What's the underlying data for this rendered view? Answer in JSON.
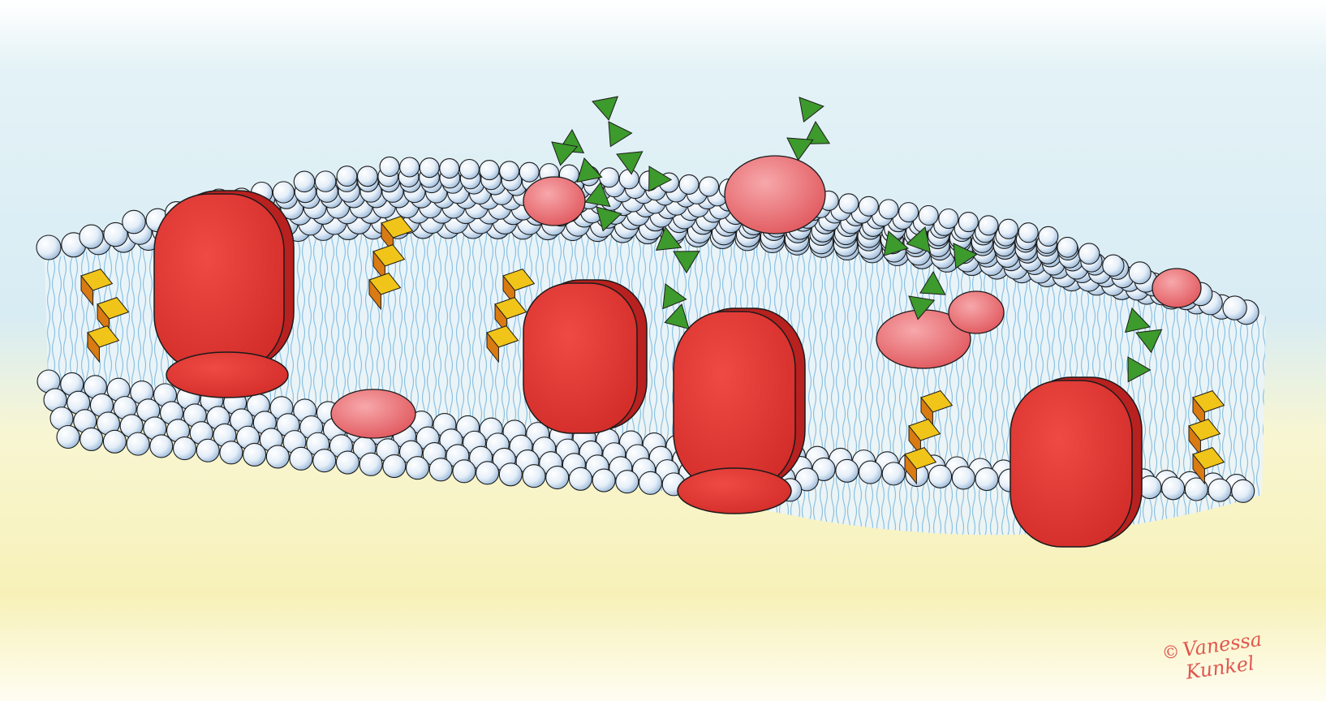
{
  "illustration": {
    "subject": "cell-membrane-drawing",
    "colors": {
      "outside_bg": "#dbeef4",
      "inside_bg": "#f8f3c2",
      "lipid_head": "#eef4fb",
      "lipid_head_shade": "#9bbbd9",
      "lipid_tail": "#73b4dc",
      "protein": "#e23a36",
      "protein_dark": "#b8211f",
      "peripheral_protein": "#e86b6e",
      "glycan": "#3d9a2c",
      "cholesterol": "#f0c419",
      "cholesterol_dark": "#d97b12",
      "outline": "#1b1b1b",
      "signature": "#e0574f"
    },
    "signature": {
      "symbol": "©",
      "line1": "Vanessa",
      "line2": "Kunkel"
    }
  }
}
